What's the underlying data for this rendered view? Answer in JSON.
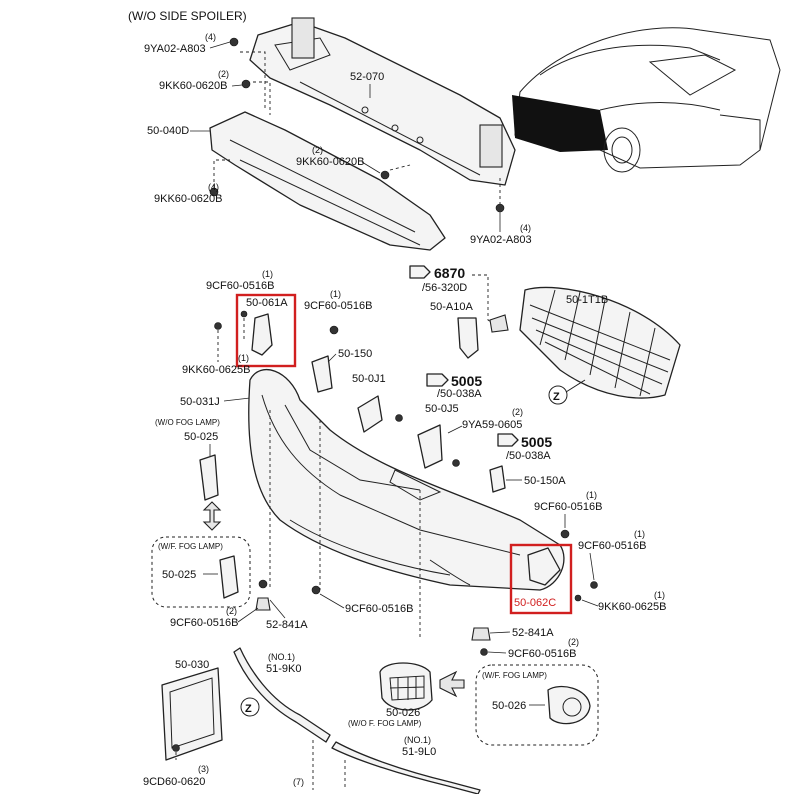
{
  "header": "(W/O SIDE SPOILER)",
  "callouts": {
    "c_9ya02_top": {
      "part": "9YA02-A803",
      "qty": "(4)"
    },
    "c_9kk60_a": {
      "part": "9KK60-0620B",
      "qty": "(2)"
    },
    "c_52070": {
      "part": "52-070"
    },
    "c_50040d": {
      "part": "50-040D"
    },
    "c_9kk60_b": {
      "part": "9KK60-0620B",
      "qty": "(2)"
    },
    "c_9kk60_c": {
      "part": "9KK60-0620B",
      "qty": "(4)"
    },
    "c_9ya02_bot": {
      "part": "9YA02-A803",
      "qty": "(4)"
    },
    "c_6870": {
      "part": "6870",
      "sub": "/56-320D"
    },
    "c_50a10a": {
      "part": "50-A10A"
    },
    "c_501t1b": {
      "part": "50-1T1B"
    },
    "c_9cf60_a": {
      "part": "9CF60-0516B",
      "qty": "(1)"
    },
    "c_50061a": {
      "part": "50-061A"
    },
    "c_9cf60_b": {
      "part": "9CF60-0516B",
      "qty": "(1)"
    },
    "c_50150": {
      "part": "50-150"
    },
    "c_9kk60_0625b_l": {
      "part": "9KK60-0625B",
      "qty": "(1)"
    },
    "c_500j1": {
      "part": "50-0J1"
    },
    "c_5005_a": {
      "part": "5005",
      "sub": "/50-038A"
    },
    "c_50031j": {
      "part": "50-031J"
    },
    "c_500j5": {
      "part": "50-0J5"
    },
    "c_9ya59": {
      "part": "9YA59-0605",
      "qty": "(2)"
    },
    "c_50025": {
      "part": "50-025",
      "note": "(W/O FOG LAMP)"
    },
    "c_5005_b": {
      "part": "5005",
      "sub": "/50-038A"
    },
    "c_50150a": {
      "part": "50-150A"
    },
    "c_9cf60_c": {
      "part": "9CF60-0516B",
      "qty": "(1)"
    },
    "c_9cf60_d": {
      "part": "9CF60-0516B",
      "qty": "(1)"
    },
    "c_50062c": {
      "part": "50-062C"
    },
    "c_9kk60_0625b_r": {
      "part": "9KK60-0625B",
      "qty": "(1)"
    },
    "c_wf_fog_l": {
      "note": "(W/F. FOG LAMP)",
      "part": "50-025"
    },
    "c_9cf60_e": {
      "part": "9CF60-0516B",
      "qty": "(2)"
    },
    "c_52841a_l": {
      "part": "52-841A"
    },
    "c_9cf60_f": {
      "part": "9CF60-0516B"
    },
    "c_52841a_r": {
      "part": "52-841A"
    },
    "c_9cf60_g": {
      "part": "9CF60-0516B",
      "qty": "(2)"
    },
    "c_50030": {
      "part": "50-030"
    },
    "c_519k0": {
      "part": "51-9K0",
      "qty": "(NO.1)"
    },
    "c_50026_mid": {
      "part": "50-026",
      "note": "(W/O F. FOG LAMP)"
    },
    "c_wf_fog_r": {
      "note": "(W/F. FOG LAMP)",
      "part": "50-026"
    },
    "c_9cd60": {
      "part": "9CD60-0620",
      "qty": "(3)"
    },
    "c_519l0": {
      "part": "51-9L0",
      "qty": "(NO.1)"
    },
    "c_7": {
      "qty": "(7)"
    },
    "c_z1": {
      "label": "Z"
    },
    "c_z2": {
      "label": "Z"
    }
  }
}
